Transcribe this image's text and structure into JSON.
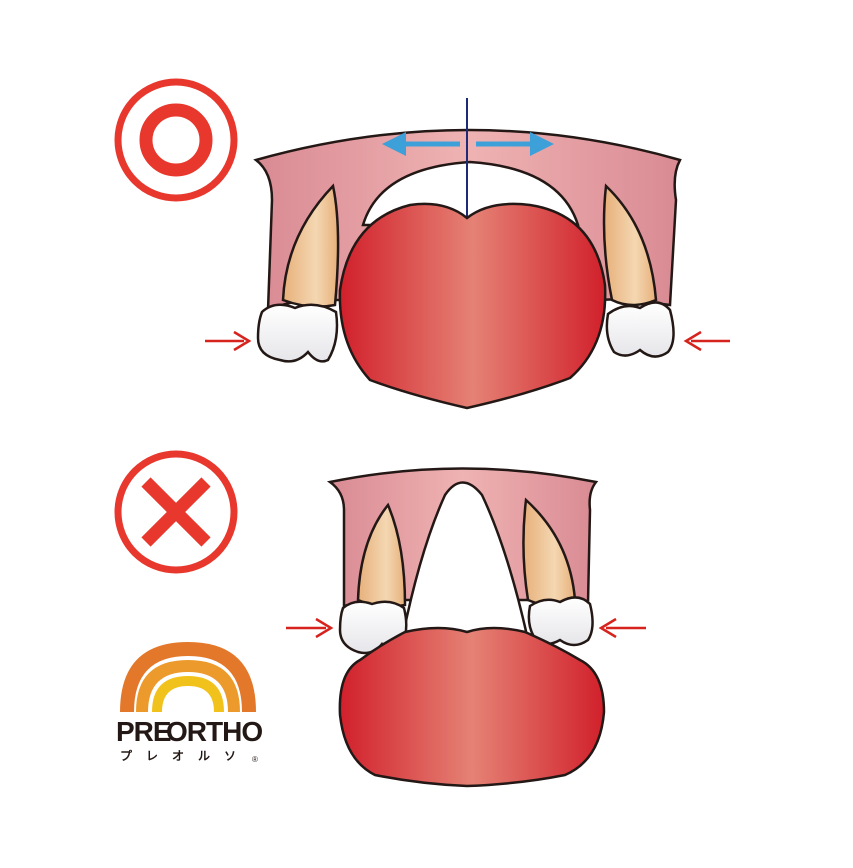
{
  "logo": {
    "brand_pre": "PRE",
    "brand_ortho": "ORTHO",
    "katakana": "プレオルソ",
    "registered": "®"
  },
  "colors": {
    "symbol_red": "#e8372d",
    "arrow_red": "#d7231e",
    "expansion_arrow_blue": "#3ea0d8",
    "midline_navy": "#1e2a78",
    "gum_pink": "#e39aa0",
    "tongue_red": "#dc3c46",
    "tooth_root_tan": "#eec394",
    "tooth_crown_white": "#ffffff",
    "outline": "#231815",
    "logo_orange": "#e4782a",
    "logo_yellow": "#f2c21c"
  },
  "panels": [
    {
      "id": "correct",
      "symbol": "circle-mark",
      "meaning": "correct"
    },
    {
      "id": "incorrect",
      "symbol": "cross-mark",
      "meaning": "incorrect"
    }
  ]
}
